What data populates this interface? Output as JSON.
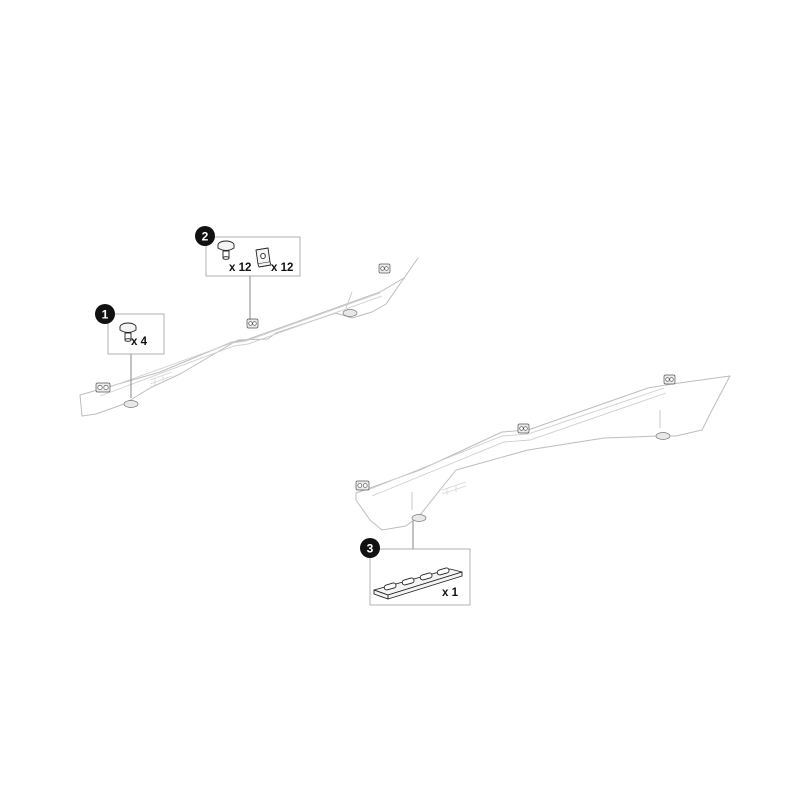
{
  "callouts": [
    {
      "number": "1",
      "quantity": "x 4"
    },
    {
      "number": "2",
      "quantity_a": "x 12",
      "quantity_b": "x 12"
    },
    {
      "number": "3",
      "quantity": "x 1"
    }
  ],
  "icons": {
    "part1": "bolt-icon",
    "part2a": "bolt-icon",
    "part2b": "square-nut-icon",
    "part3": "strip-plate-icon"
  },
  "colors": {
    "badge": "#111111",
    "outline": "#bdbdbd"
  }
}
